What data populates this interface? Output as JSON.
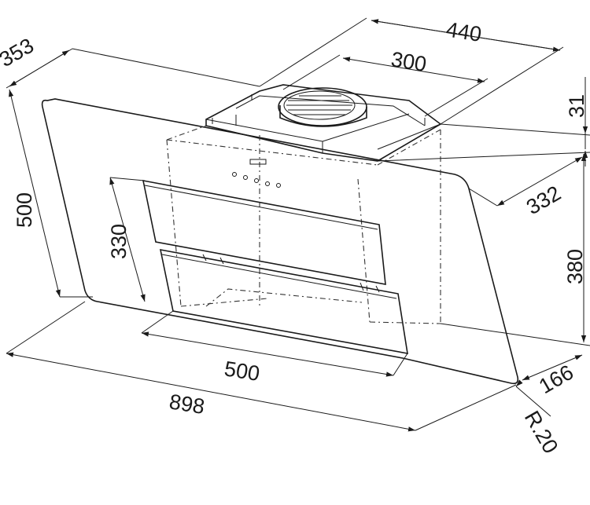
{
  "dimensions": {
    "d440": "440",
    "d353": "353",
    "d300": "300",
    "d31": "31",
    "d500_left": "500",
    "d332": "332",
    "d330": "330",
    "d380": "380",
    "d500_bottom": "500",
    "d166": "166",
    "d898": "898",
    "r20": "R.20"
  }
}
